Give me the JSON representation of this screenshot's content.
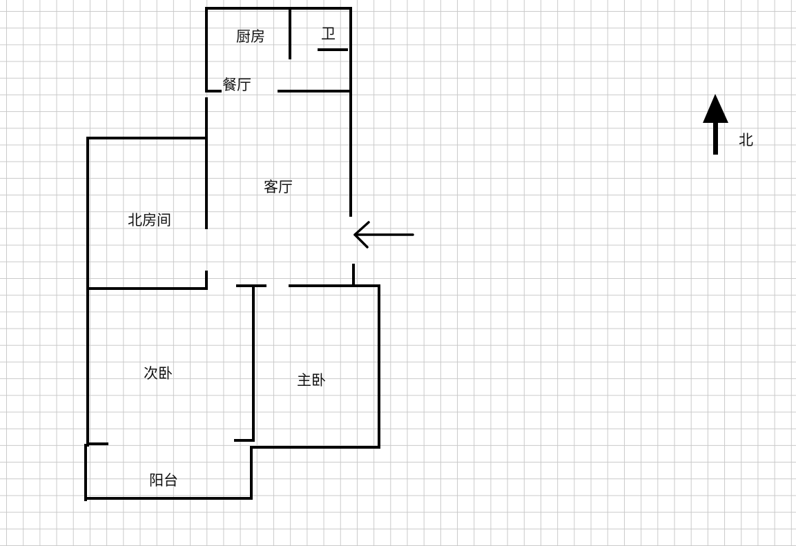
{
  "rooms": {
    "kitchen": "厨房",
    "bathroom": "卫",
    "dining": "餐厅",
    "living": "客厅",
    "north_room": "北房间",
    "second_bedroom": "次卧",
    "master_bedroom": "主卧",
    "balcony": "阳台"
  },
  "compass": {
    "north_label": "北",
    "icon": "north-arrow-icon"
  },
  "entrance": {
    "icon": "entry-arrow-icon"
  }
}
